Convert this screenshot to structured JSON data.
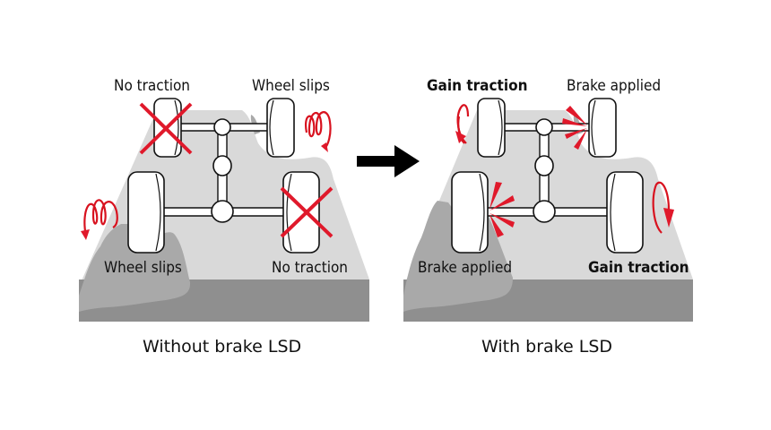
{
  "diagram": {
    "arrow": "right-arrow",
    "colors": {
      "accent_red": "#e0192b",
      "ground_light": "#d9d9d9",
      "ground_dark": "#8f8f8f",
      "mud": "#a9a9a9"
    },
    "left_panel": {
      "caption": "Without brake LSD",
      "labels": {
        "front_left": "No traction",
        "front_right": "Wheel slips",
        "rear_left": "Wheel slips",
        "rear_right": "No traction"
      }
    },
    "right_panel": {
      "caption": "With brake LSD",
      "labels": {
        "front_left": "Gain traction",
        "front_right": "Brake applied",
        "rear_left": "Brake applied",
        "rear_right": "Gain traction"
      }
    }
  }
}
